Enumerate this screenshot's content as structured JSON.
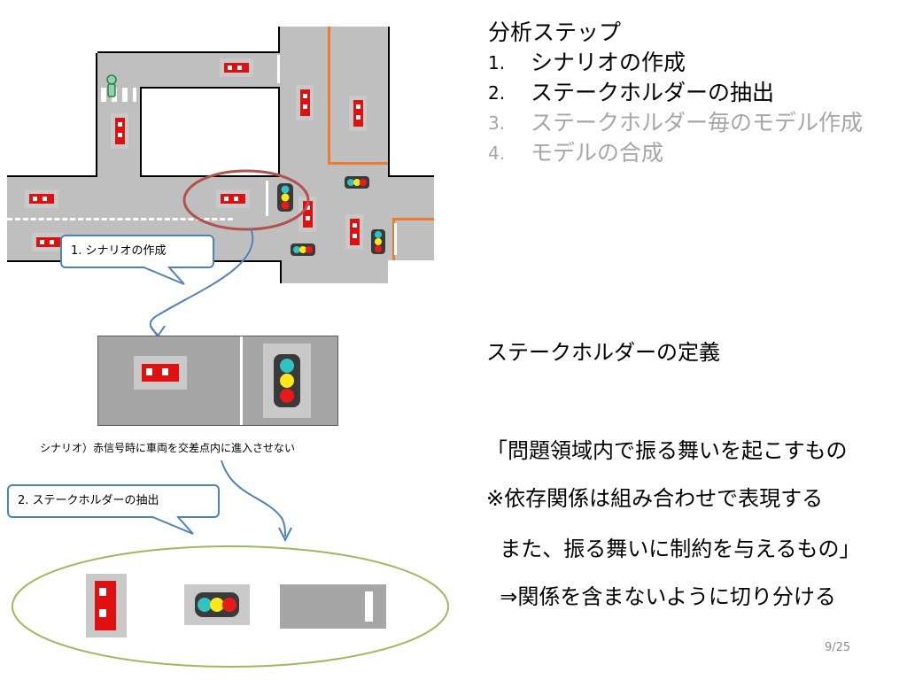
{
  "analysis": {
    "title": "分析ステップ",
    "steps": [
      {
        "num": "1.",
        "label": "シナリオの作成",
        "active": true
      },
      {
        "num": "2.",
        "label": "ステークホルダーの抽出",
        "active": true
      },
      {
        "num": "3.",
        "label": "ステークホルダー毎のモデル作成",
        "active": false
      },
      {
        "num": "4.",
        "label": "モデルの合成",
        "active": false
      }
    ]
  },
  "definition": {
    "title": "ステークホルダーの定義",
    "line1": "「問題領域内で振る舞いを起こすもの",
    "line2": "  また、振る舞いに制約を与えるもの」"
  },
  "note": {
    "line1": "※依存関係は組み合わせで表現する",
    "line2": "  ⇒関係を含まないように切り分ける"
  },
  "callouts": {
    "scenario": "1. シナリオの作成",
    "stakeholder": "2. ステークホルダーの抽出"
  },
  "scenario_caption": "シナリオ）赤信号時に車両を交差点内に進入させない",
  "page_number": "9/25",
  "colors": {
    "road": "#bfbfbf",
    "car": "#e01010",
    "ellipse_red": "#b3514c",
    "ellipse_green": "#9bbb59",
    "callout_border": "#4f81bd",
    "curb_orange": "#e97d2c"
  },
  "icons": [
    "red-car-icon",
    "traffic-light-icon",
    "pedestrian-signal-icon",
    "stop-line-icon"
  ]
}
